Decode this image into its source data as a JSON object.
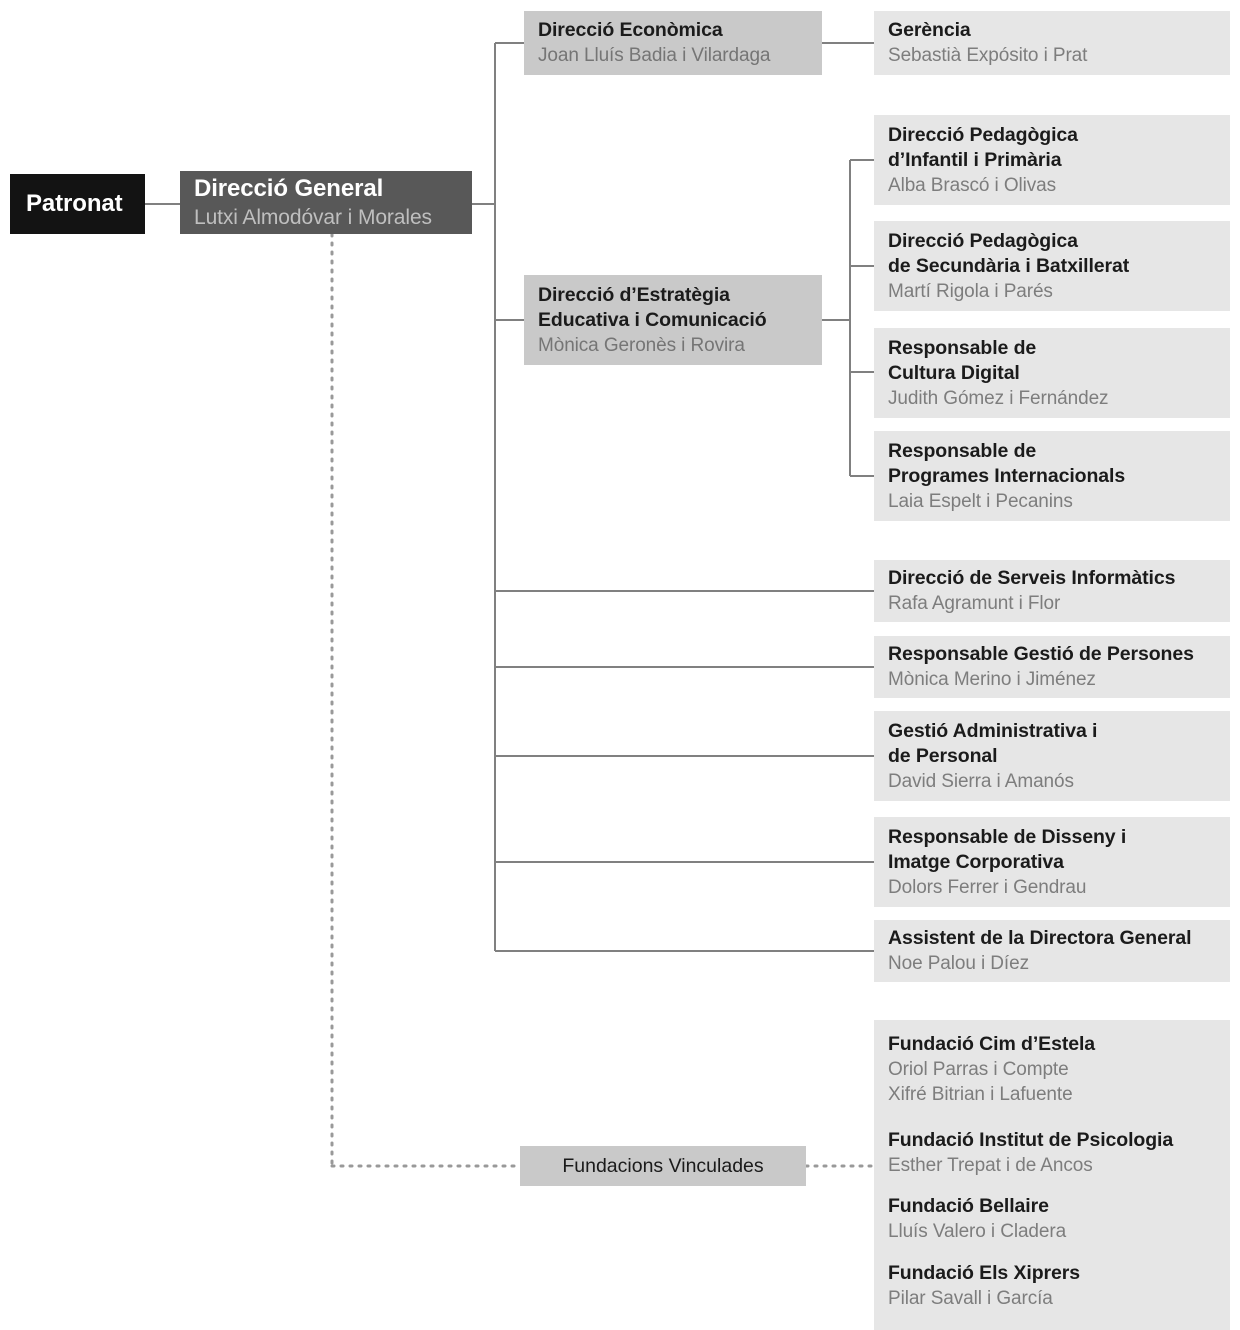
{
  "diagram": {
    "type": "organizational-chart",
    "language": "ca",
    "colors": {
      "root": "#131313",
      "director": "#585858",
      "level1": "#c9c9c9",
      "level2": "#e6e6e6",
      "connector": "#808080",
      "title_text": "#1b1b1b",
      "person_text": "#7d7d7d",
      "background": "#ffffff"
    }
  },
  "nodes": {
    "patronat": {
      "title": "Patronat",
      "person": ""
    },
    "direccio_general": {
      "title": "Direcció General",
      "person": "Lutxi Almodóvar i Morales"
    },
    "direccio_economica": {
      "title": "Direcció Econòmica",
      "person": "Joan Lluís Badia i Vilardaga"
    },
    "gerencia": {
      "title": "Gerència",
      "person": "Sebastià Expósito i Prat"
    },
    "direccio_estrategia": {
      "title_line1": "Direcció d’Estratègia",
      "title_line2": "Educativa i Comunicació",
      "person": "Mònica Geronès i Rovira"
    },
    "pedagogica_infantil": {
      "title_line1": "Direcció Pedagògica",
      "title_line2": "d’Infantil i Primària",
      "person": "Alba Brascó i Olivas"
    },
    "pedagogica_secundaria": {
      "title_line1": "Direcció Pedagògica",
      "title_line2": "de Secundària i Batxillerat",
      "person": "Martí Rigola i Parés"
    },
    "cultura_digital": {
      "title_line1": "Responsable de",
      "title_line2": "Cultura Digital",
      "person": "Judith Gómez i Fernández"
    },
    "programes_internacionals": {
      "title_line1": "Responsable de",
      "title_line2": "Programes Internacionals",
      "person": "Laia Espelt i Pecanins"
    },
    "serveis_informatics": {
      "title": "Direcció de Serveis Informàtics",
      "person": "Rafa Agramunt i Flor"
    },
    "gestio_persones": {
      "title": "Responsable Gestió de Persones",
      "person": "Mònica Merino i Jiménez"
    },
    "gestio_administrativa": {
      "title_line1": "Gestió Administrativa i",
      "title_line2": "de Personal",
      "person": "David Sierra i Amanós"
    },
    "disseny_imatge": {
      "title_line1": "Responsable de Disseny i",
      "title_line2": "Imatge Corporativa",
      "person": "Dolors Ferrer i Gendrau"
    },
    "assistent_direccio": {
      "title": "Assistent de la Directora General",
      "person": "Noe Palou i Díez"
    },
    "fundacions_vinculades": {
      "title": "Fundacions Vinculades"
    },
    "fundacio_cim_estela": {
      "title": "Fundació Cim d’Estela",
      "person1": "Oriol Parras i Compte",
      "person2": "Xifré Bitrian i Lafuente"
    },
    "fundacio_institut_psicologia": {
      "title": "Fundació Institut de Psicologia",
      "person": "Esther Trepat i de Ancos"
    },
    "fundacio_bellaire": {
      "title": "Fundació Bellaire",
      "person": "Lluís Valero i Cladera"
    },
    "fundacio_els_xiprers": {
      "title": "Fundació Els Xiprers",
      "person": "Pilar Savall i García"
    }
  }
}
